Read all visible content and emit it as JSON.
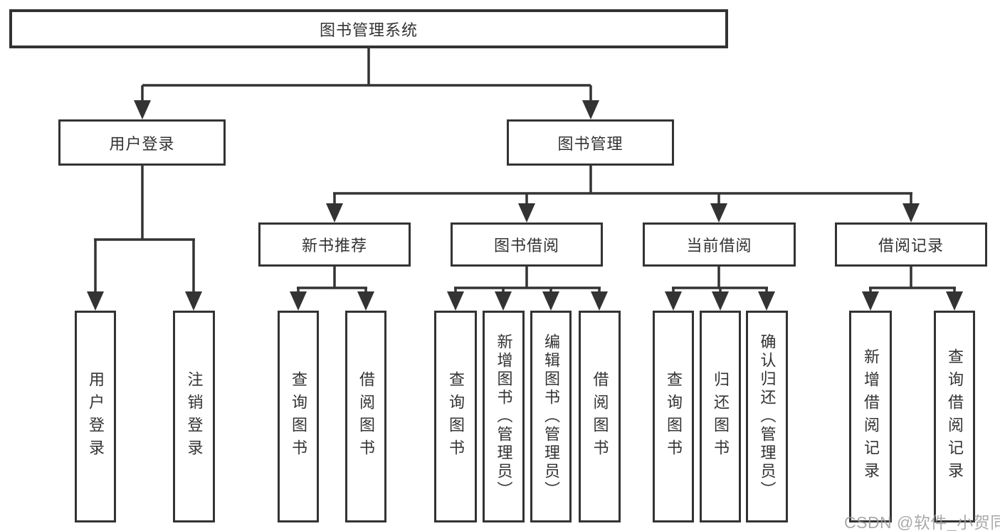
{
  "diagram": {
    "type": "tree",
    "colors": {
      "line": "#333333",
      "box_border": "#333333",
      "box_fill": "#ffffff",
      "text": "#333333",
      "watermark": "#9b9b9b"
    }
  },
  "nodes": {
    "root": {
      "label": "图书管理系统"
    },
    "user_login": {
      "label": "用户登录"
    },
    "book_mgmt": {
      "label": "图书管理"
    },
    "new_book_rec": {
      "label": "新书推荐"
    },
    "book_borrow": {
      "label": "图书借阅"
    },
    "current_borrow": {
      "label": "当前借阅"
    },
    "borrow_records": {
      "label": "借阅记录"
    },
    "leaf_user_login": {
      "label": "用户登录"
    },
    "leaf_logout": {
      "label": "注销登录"
    },
    "nb_query": {
      "label": "查询图书"
    },
    "nb_borrow": {
      "label": "借阅图书"
    },
    "bb_query": {
      "label": "查询图书"
    },
    "bb_add": {
      "label": "新增图书（管理员）"
    },
    "bb_edit": {
      "label": "编辑图书（管理员）"
    },
    "bb_borrow": {
      "label": "借阅图书"
    },
    "cb_query": {
      "label": "查询图书"
    },
    "cb_return": {
      "label": "归还图书"
    },
    "cb_confirm": {
      "label": "确认归还（管理员）"
    },
    "br_add": {
      "label": "新增借阅记录"
    },
    "br_query": {
      "label": "查询借阅记录"
    }
  },
  "watermark": {
    "text": "CSDN @软件_小贺同学"
  }
}
